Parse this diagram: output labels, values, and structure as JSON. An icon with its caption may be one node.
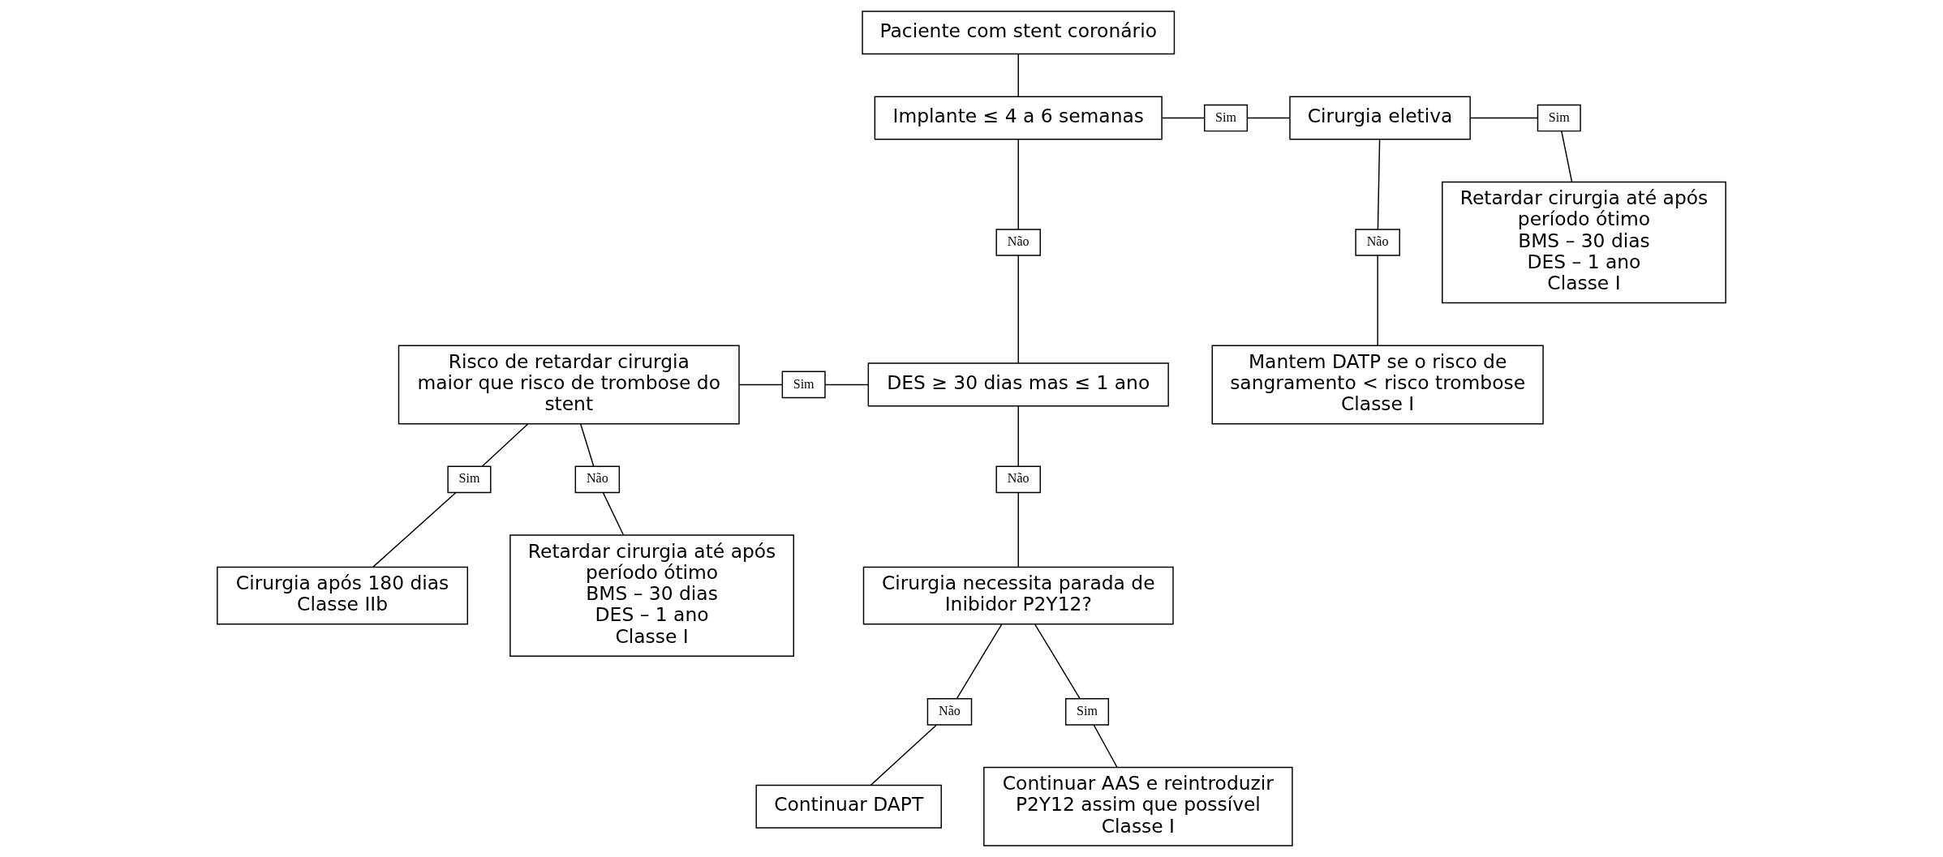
{
  "diagram": {
    "nodes": [
      {
        "text": [
          "Paciente com stent coronário"
        ]
      },
      {
        "text": [
          "Implante ≤ 4 a 6 semanas"
        ]
      },
      {
        "text": [
          "Sim"
        ]
      },
      {
        "text": [
          "Cirurgia eletiva"
        ]
      },
      {
        "text": [
          "Sim"
        ]
      },
      {
        "text": [
          "Não"
        ]
      },
      {
        "text": [
          "Risco de retardar cirurgia maior que risco de trombose do stent"
        ]
      },
      {
        "text": [
          "Sim"
        ]
      },
      {
        "text": [
          "DES ≥ 30 dias mas ≤ 1 ano"
        ]
      },
      {
        "text": [
          "Não"
        ]
      },
      {
        "text": [
          "Retardar cirurgia até após período ótimo",
          "BMS – 30 dias",
          "DES – 1 ano",
          "Classe I"
        ]
      },
      {
        "text": [
          "Mantem DATP se o risco de sangramento < risco trombose",
          "Classe I"
        ]
      },
      {
        "text": [
          "Sim"
        ]
      },
      {
        "text": [
          "Não"
        ]
      },
      {
        "text": [
          "Não"
        ]
      },
      {
        "text": [
          "Cirurgia após 180 dias",
          "Classe IIb"
        ]
      },
      {
        "text": [
          "Retardar cirurgia até após período ótimo",
          "BMS – 30 dias",
          "DES – 1 ano",
          "Classe I"
        ]
      },
      {
        "text": [
          "Cirurgia necessita parada de Inibidor P2Y12?"
        ]
      },
      {
        "text": [
          "Não"
        ]
      },
      {
        "text": [
          "Sim"
        ]
      },
      {
        "text": [
          "Continuar DAPT"
        ]
      },
      {
        "text": [
          "Continuar AAS e reintroduzir P2Y12 assim que possível",
          "Classe I"
        ]
      }
    ],
    "edges": [
      {
        "from": 0,
        "to": 1,
        "arrow": "none"
      },
      {
        "from": 1,
        "to": 2,
        "arrow": "none"
      },
      {
        "from": 2,
        "to": 3,
        "arrow": "none"
      },
      {
        "from": 3,
        "to": 4,
        "arrow": "none"
      },
      {
        "from": 4,
        "to": 10,
        "arrow": "none"
      },
      {
        "from": 1,
        "to": 5,
        "arrow": "none"
      },
      {
        "from": 5,
        "to": 8,
        "arrow": "none"
      },
      {
        "from": 8,
        "to": 7,
        "arrow": "none"
      },
      {
        "from": 7,
        "to": 6,
        "arrow": "none"
      },
      {
        "from": 3,
        "to": 9,
        "arrow": "none"
      },
      {
        "from": 9,
        "to": 11,
        "arrow": "none"
      },
      {
        "from": 6,
        "to": 12,
        "arrow": "none"
      },
      {
        "from": 12,
        "to": 15,
        "arrow": "none"
      },
      {
        "from": 6,
        "to": 13,
        "arrow": "none"
      },
      {
        "from": 13,
        "to": 16,
        "arrow": "none"
      },
      {
        "from": 8,
        "to": 14,
        "arrow": "none"
      },
      {
        "from": 14,
        "to": 17,
        "arrow": "none"
      },
      {
        "from": 17,
        "to": 18,
        "arrow": "none"
      },
      {
        "from": 18,
        "to": 20,
        "arrow": "none"
      },
      {
        "from": 17,
        "to": 19,
        "arrow": "none"
      },
      {
        "from": 19,
        "to": 21,
        "arrow": "none"
      }
    ]
  }
}
